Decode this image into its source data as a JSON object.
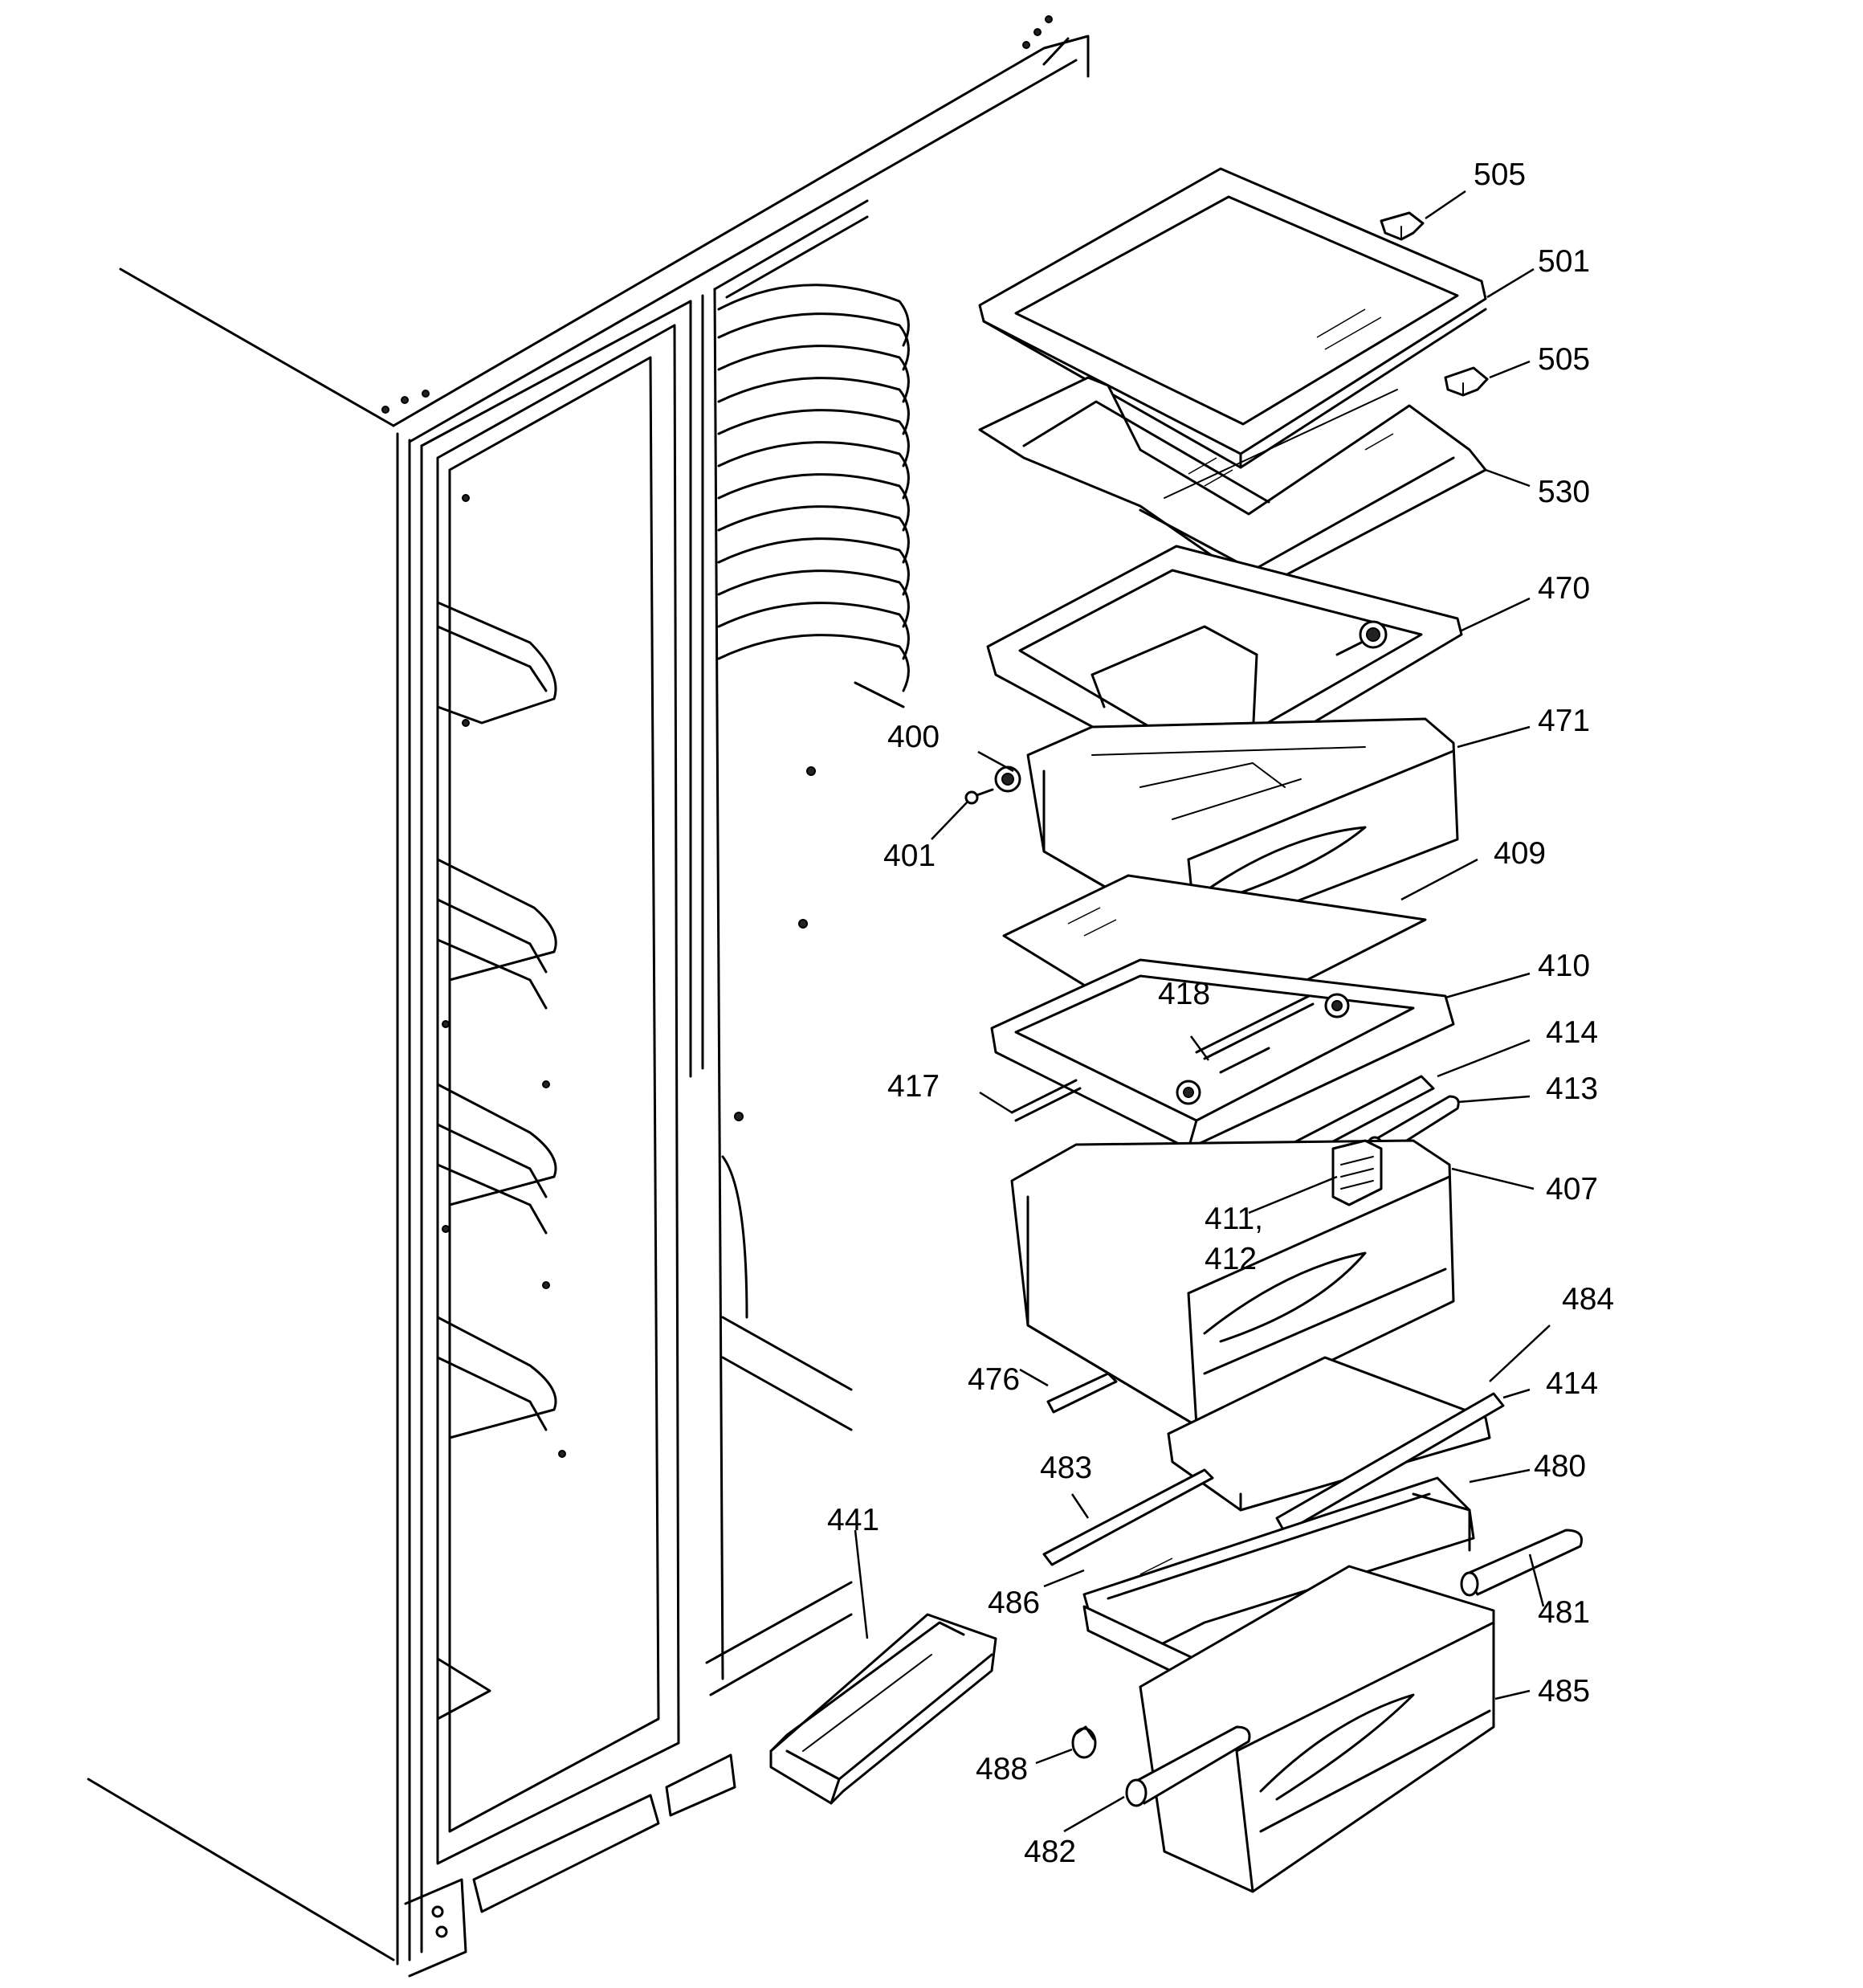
{
  "labels": {
    "l505a": "505",
    "l501": "501",
    "l505b": "505",
    "l530": "530",
    "l470": "470",
    "l471": "471",
    "l400": "400",
    "l401": "401",
    "l409": "409",
    "l410": "410",
    "l418": "418",
    "l414a": "414",
    "l417": "417",
    "l413": "413",
    "l407": "407",
    "l411": "411,",
    "l412": "412",
    "l484": "484",
    "l476": "476",
    "l414b": "414",
    "l483": "483",
    "l480": "480",
    "l441": "441",
    "l486": "486",
    "l481": "481",
    "l485": "485",
    "l488": "488",
    "l482": "482"
  }
}
